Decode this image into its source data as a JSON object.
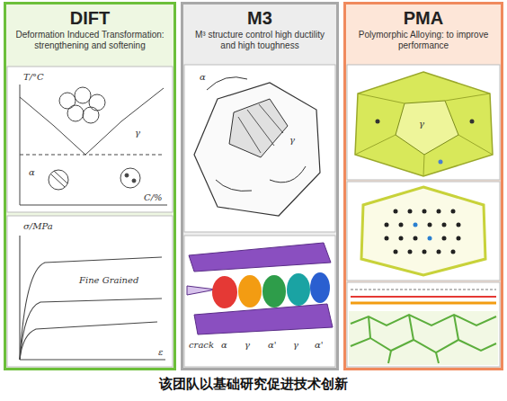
{
  "diagram": {
    "caption": "该团队以基础研究促进技术创新",
    "nodes": [
      {
        "text": [
          "DIFT",
          "Deformation Induced Transformation: strengthening and softening"
        ]
      },
      {
        "text": [
          "M3",
          "M³ structure control high ductility and high toughness"
        ]
      },
      {
        "text": [
          "PMA",
          "Polymorphic Alloying: to improve performance"
        ]
      }
    ],
    "labels": [
      "T/°C",
      "γ",
      "α",
      "C/%",
      "σ/MPa",
      "Fine Grained",
      "ε",
      "α",
      "γ",
      "crack",
      "α",
      "γ",
      "α'",
      "γ",
      "α'",
      "γ"
    ]
  }
}
